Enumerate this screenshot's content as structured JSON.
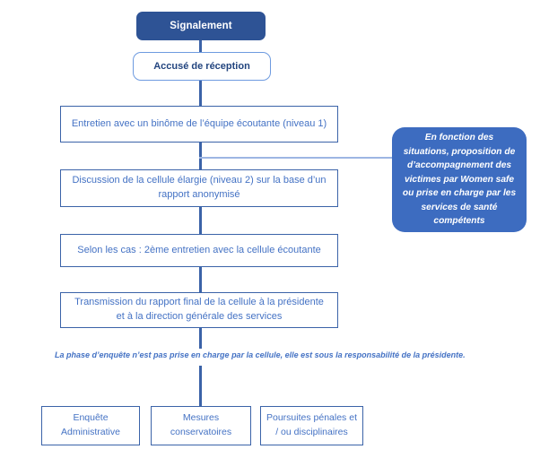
{
  "diagram": {
    "title": "Signalement",
    "accent_dark": "#2E5395",
    "accent_mid": "#3D6CC0",
    "accent_line": "#3B63A8",
    "accent_text": "#4472C4",
    "connector_light": "#9DB6E3",
    "nodes": {
      "header": "Signalement",
      "acknowledge": "Accusé de réception",
      "step1": "Entretien avec un binôme de l’équipe écoutante (niveau 1)",
      "step2": "Discussion de la cellule élargie (niveau 2) sur la base d’un rapport anonymisé",
      "step3": "Selon les cas : 2ème entretien avec la cellule écoutante",
      "step4": "Transmission du rapport final de la cellule à la présidente et à la direction générale des services",
      "note": "En fonction des situations, proposition de d’accompagnement des victimes par  Women safe ou prise en charge par les services de santé compétents",
      "caption": "La phase d’enquête n’est pas prise en charge par la cellule, elle est sous la responsabilité de la présidente."
    },
    "outcomes": [
      {
        "label": "Enquête Administrative"
      },
      {
        "label": "Mesures conservatoires"
      },
      {
        "label": "Poursuites pénales et / ou disciplinaires"
      }
    ]
  }
}
